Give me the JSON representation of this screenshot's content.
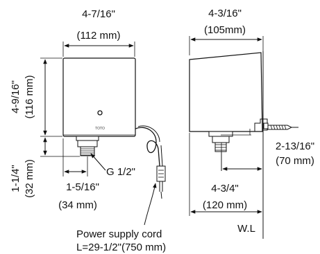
{
  "front_view": {
    "width_imperial": "4-7/16\"",
    "width_metric": "(112 mm)",
    "height_imperial": "4-9/16\"",
    "height_metric": "(116 mm)",
    "bottom_imperial": "1-1/4\"",
    "bottom_metric": "(32 mm)",
    "fitting_offset_imperial": "1-5/16\"",
    "fitting_offset_metric": "(34 mm)",
    "thread_label": "G 1/2\"",
    "brand": "TOTO"
  },
  "side_view": {
    "depth_imperial": "4-3/16\"",
    "depth_metric": "(105mm)",
    "reach_imperial": "2-13/16\"",
    "reach_metric": "(70 mm)",
    "base_imperial": "4-3/4\"",
    "base_metric": "(120 mm)",
    "wall_label": "W.L"
  },
  "cord_note": {
    "line1": "Power supply cord",
    "line2": "L=29-1/2\"(750 mm)"
  }
}
